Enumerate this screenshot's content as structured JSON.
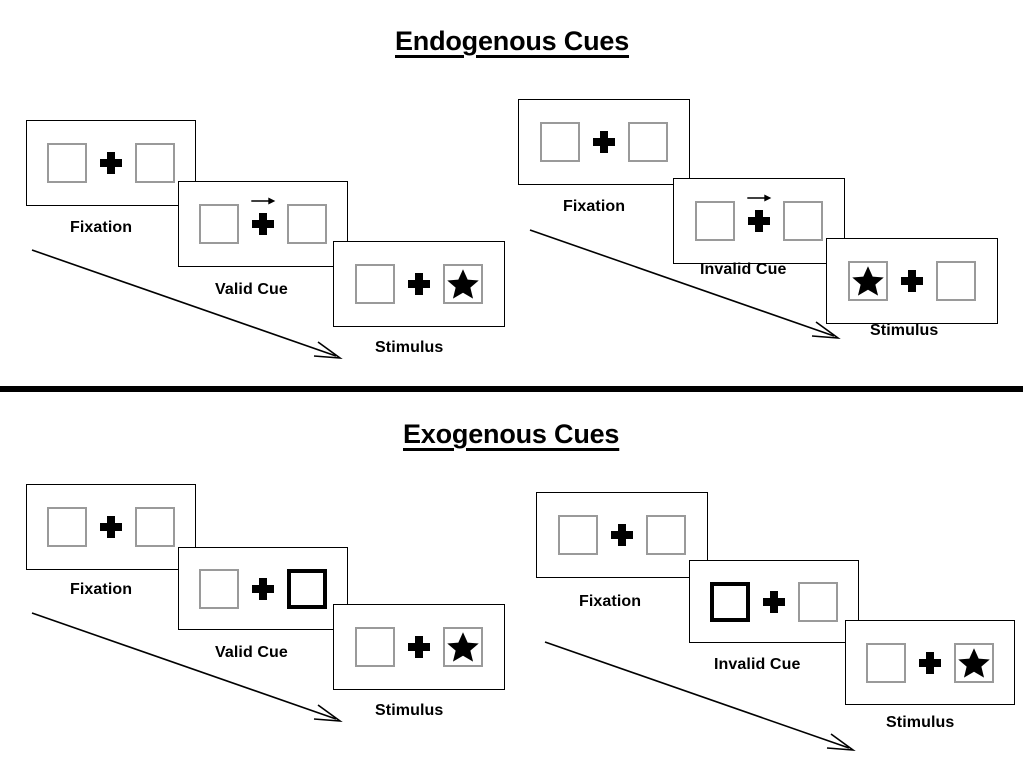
{
  "figure": {
    "divider_color": "#000000",
    "square_border_color": "#9a9a9a",
    "cue_border_color": "#000000",
    "star_color": "#000000"
  },
  "sections": [
    {
      "id": "endogenous",
      "title": "Endogenous Cues",
      "columns": [
        {
          "id": "endogenous-valid",
          "steps": [
            {
              "label": "Fixation",
              "left_content": "empty",
              "right_content": "empty",
              "cue": "none",
              "arrow_cue": false
            },
            {
              "label": "Valid Cue",
              "left_content": "empty",
              "right_content": "empty",
              "cue": "none",
              "arrow_cue": true
            },
            {
              "label": "Stimulus",
              "left_content": "empty",
              "right_content": "star",
              "cue": "none",
              "arrow_cue": false
            }
          ]
        },
        {
          "id": "endogenous-invalid",
          "steps": [
            {
              "label": "Fixation",
              "left_content": "empty",
              "right_content": "empty",
              "cue": "none",
              "arrow_cue": false
            },
            {
              "label": "Invalid Cue",
              "left_content": "empty",
              "right_content": "empty",
              "cue": "none",
              "arrow_cue": true
            },
            {
              "label": "Stimulus",
              "left_content": "star",
              "right_content": "empty",
              "cue": "none",
              "arrow_cue": false
            }
          ]
        }
      ]
    },
    {
      "id": "exogenous",
      "title": "Exogenous Cues",
      "columns": [
        {
          "id": "exogenous-valid",
          "steps": [
            {
              "label": "Fixation",
              "left_content": "empty",
              "right_content": "empty",
              "cue": "none",
              "arrow_cue": false
            },
            {
              "label": "Valid Cue",
              "left_content": "empty",
              "right_content": "empty",
              "cue": "right",
              "arrow_cue": false
            },
            {
              "label": "Stimulus",
              "left_content": "empty",
              "right_content": "star",
              "cue": "none",
              "arrow_cue": false
            }
          ]
        },
        {
          "id": "exogenous-invalid",
          "steps": [
            {
              "label": "Fixation",
              "left_content": "empty",
              "right_content": "empty",
              "cue": "none",
              "arrow_cue": false
            },
            {
              "label": "Invalid Cue",
              "left_content": "empty",
              "right_content": "empty",
              "cue": "left",
              "arrow_cue": false
            },
            {
              "label": "Stimulus",
              "left_content": "empty",
              "right_content": "star",
              "cue": "none",
              "arrow_cue": false
            }
          ]
        }
      ]
    }
  ],
  "labels": {
    "endogenous_title": "Endogenous Cues",
    "exogenous_title": "Exogenous Cues",
    "fixation": "Fixation",
    "valid_cue": "Valid Cue",
    "invalid_cue": "Invalid Cue",
    "stimulus": "Stimulus"
  }
}
